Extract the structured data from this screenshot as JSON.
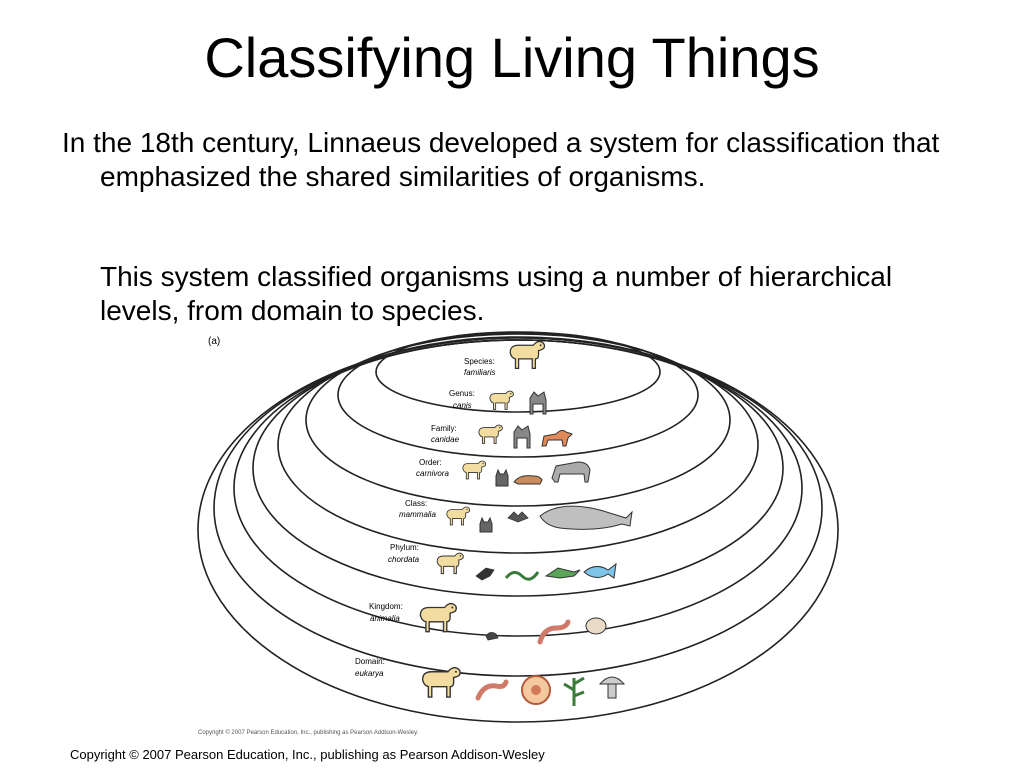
{
  "slide": {
    "title": "Classifying Living Things",
    "paragraph1": "In the 18th century, Linnaeus developed a system for classification that emphasized the shared similarities of organisms.",
    "paragraph2": "This system classified organisms using a number of hierarchical levels, from domain to species.",
    "footer": "Copyright © 2007 Pearson Education, Inc., publishing as Pearson Addison-Wesley"
  },
  "figure": {
    "panel_label": "(a)",
    "inner_copyright": "Copyright © 2007 Pearson Education, Inc., publishing as Pearson Addison-Wesley.",
    "levels": [
      {
        "rank": "Species:",
        "taxon": "familiaris"
      },
      {
        "rank": "Genus:",
        "taxon": "canis"
      },
      {
        "rank": "Family:",
        "taxon": "canidae"
      },
      {
        "rank": "Order:",
        "taxon": "carnivora"
      },
      {
        "rank": "Class:",
        "taxon": "mammalia"
      },
      {
        "rank": "Phylum:",
        "taxon": "chordata"
      },
      {
        "rank": "Kingdom:",
        "taxon": "animalia"
      },
      {
        "rank": "Domain:",
        "taxon": "eukarya"
      }
    ],
    "colors": {
      "dog": "#f2dca0",
      "outline": "#333333",
      "fox": "#e08a5a",
      "fish": "#7ec6e8",
      "whale": "#bfbfbf"
    }
  }
}
